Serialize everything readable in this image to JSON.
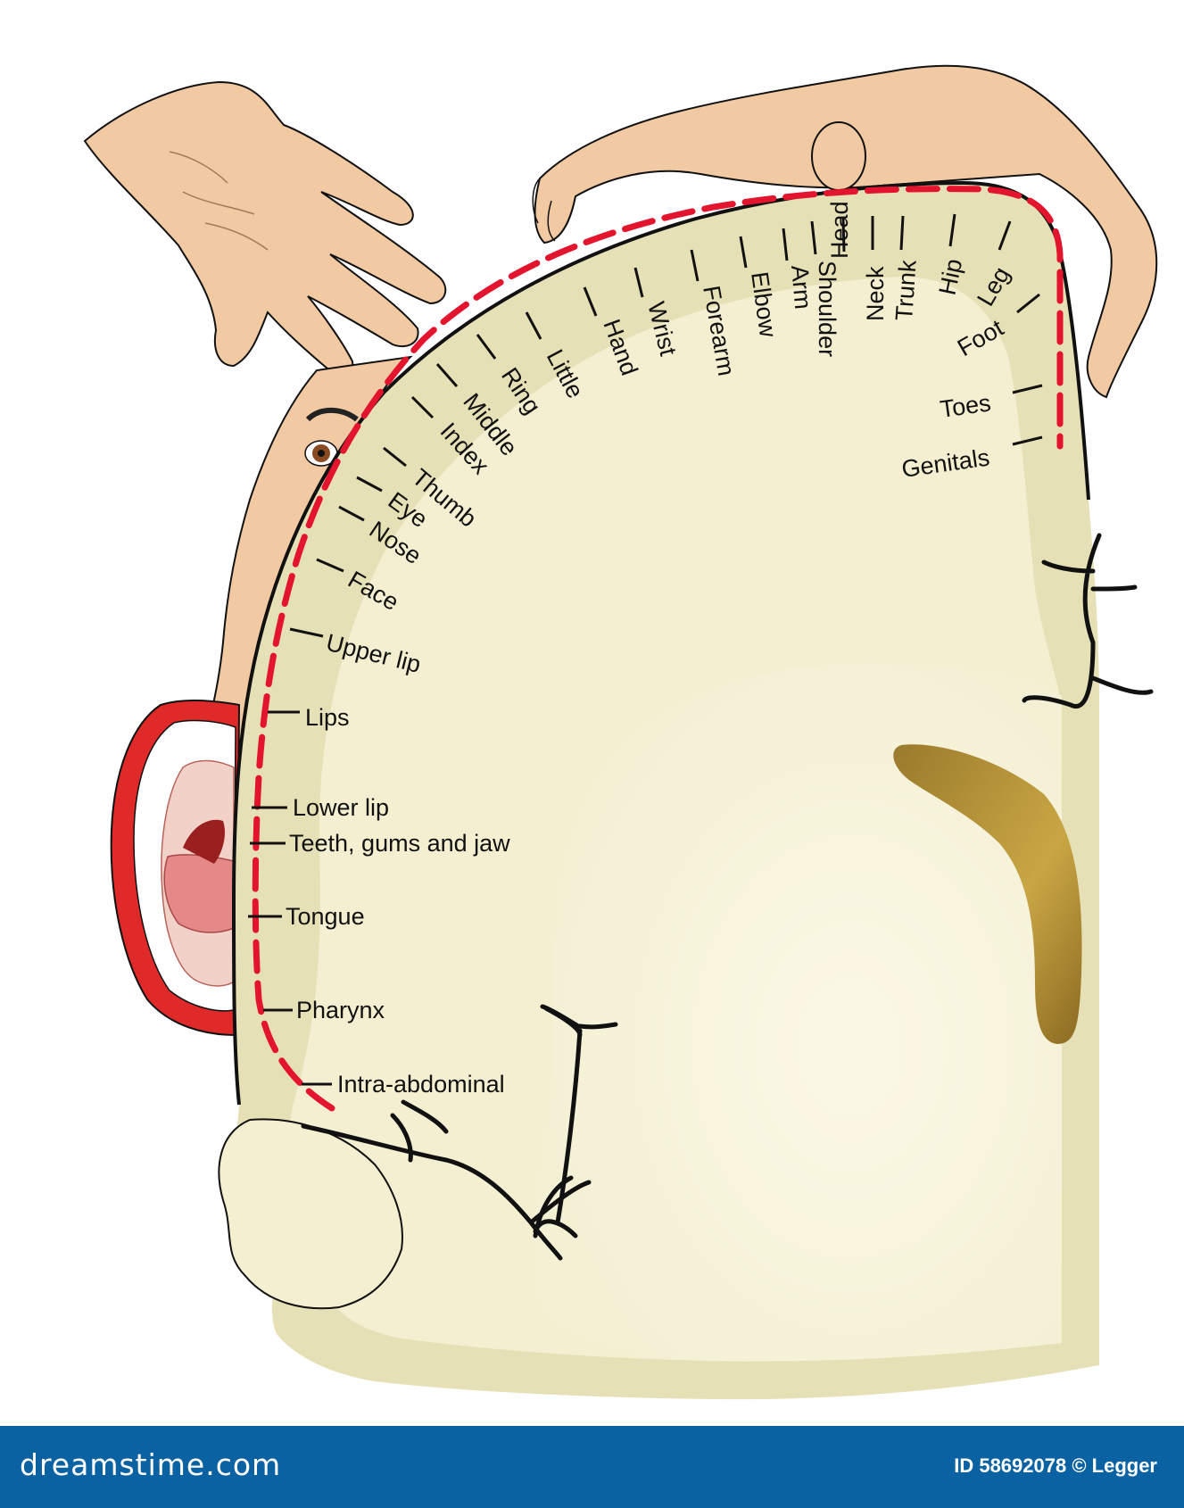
{
  "labels": {
    "intra_abdominal": "Intra-abdominal",
    "pharynx": "Pharynx",
    "tongue": "Tongue",
    "teeth": "Teeth, gums and jaw",
    "lower_lip": "Lower lip",
    "lips": "Lips",
    "upper_lip": "Upper lip",
    "face": "Face",
    "nose": "Nose",
    "eye": "Eye",
    "thumb": "Thumb",
    "index": "Index",
    "middle": "Middle",
    "ring": "Ring",
    "little": "Little",
    "hand": "Hand",
    "wrist": "Wrist",
    "forearm": "Forearm",
    "elbow": "Elbow",
    "arm": "Arm",
    "shoulder": "Shoulder",
    "head": "Head",
    "neck": "Neck",
    "trunk": "Trunk",
    "hip": "Hip",
    "leg": "Leg",
    "foot": "Foot",
    "toes": "Toes",
    "genitals": "Genitals"
  },
  "footer": {
    "logo_text": "dreamstime.com",
    "id_text": "ID 58692078 © Legger"
  },
  "colors": {
    "cortex": "#e6e0b6",
    "white_matter": "#f6f3dc",
    "skin": "#f1c9a2",
    "red_line": "#e3142d",
    "ventricle": "#b89335",
    "footer": "#0b62a3"
  }
}
